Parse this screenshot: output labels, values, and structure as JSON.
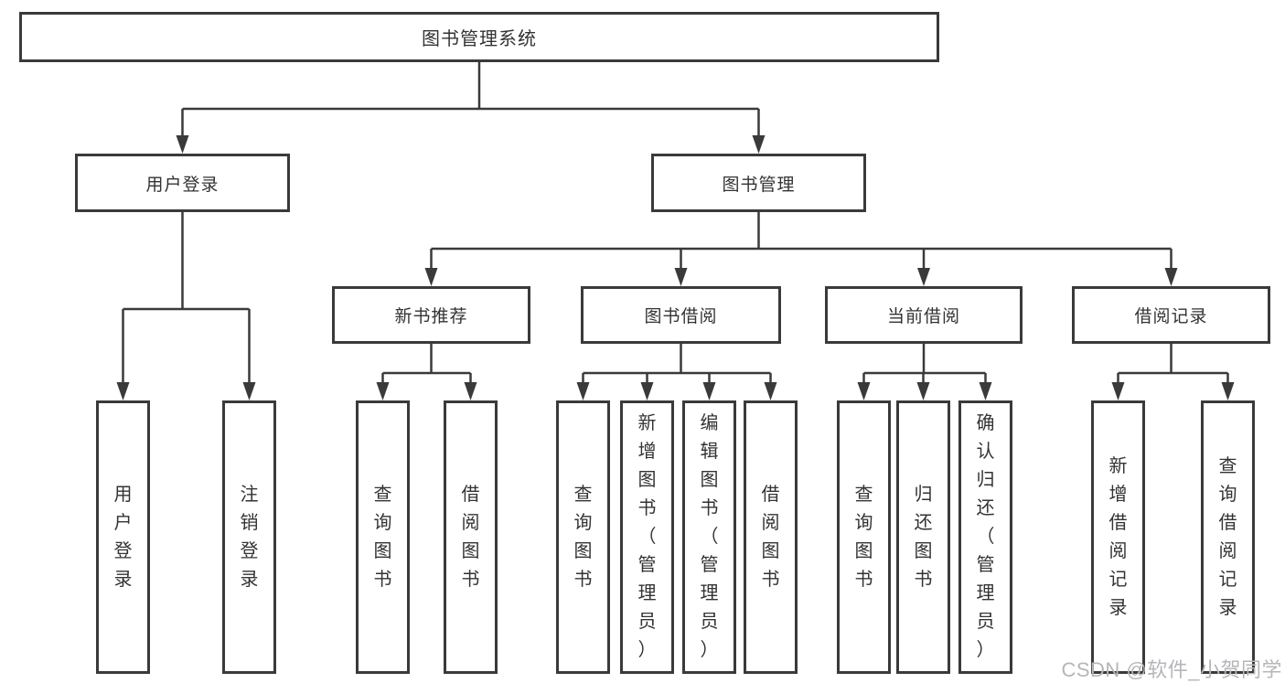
{
  "nodes": {
    "root": {
      "label": "图书管理系统"
    },
    "user_login_group": {
      "label": "用户登录"
    },
    "book_mgmt_group": {
      "label": "图书管理"
    },
    "new_book_rec": {
      "label": "新书推荐"
    },
    "book_borrow": {
      "label": "图书借阅"
    },
    "current_borrow": {
      "label": "当前借阅"
    },
    "borrow_record": {
      "label": "借阅记录"
    },
    "leaf_user_login": {
      "label": "用户登录"
    },
    "leaf_logout": {
      "label": "注销登录"
    },
    "leaf_rec_query_book": {
      "label": "查询图书"
    },
    "leaf_rec_borrow_book": {
      "label": "借阅图书"
    },
    "leaf_bb_query_book": {
      "label": "查询图书"
    },
    "leaf_bb_add_book": {
      "label": "新增图书（管理员）"
    },
    "leaf_bb_edit_book": {
      "label": "编辑图书（管理员）"
    },
    "leaf_bb_borrow_book": {
      "label": "借阅图书"
    },
    "leaf_cb_query_book": {
      "label": "查询图书"
    },
    "leaf_cb_return_book": {
      "label": "归还图书"
    },
    "leaf_cb_confirm_return": {
      "label": "确认归还（管理员）"
    },
    "leaf_br_add_record": {
      "label": "新增借阅记录"
    },
    "leaf_br_query_record": {
      "label": "查询借阅记录"
    }
  },
  "watermark": {
    "text": "CSDN @软件_小贺同学"
  },
  "colors": {
    "line": "#3a3a3a",
    "box_border": "#3a3a3a",
    "box_fill": "#ffffff",
    "text": "#333333",
    "watermark": "#b4b6ba",
    "background": "#ffffff"
  }
}
